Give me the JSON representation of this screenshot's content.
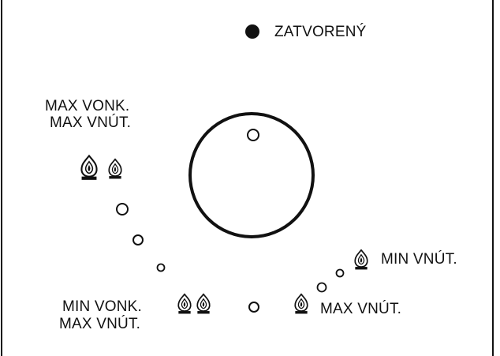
{
  "labels": {
    "closed": "ZATVORENÝ",
    "max_outer": "MAX VONK.",
    "max_inner_top": "MAX VNÚT.",
    "min_inner": "MIN VNÚT.",
    "min_outer": "MIN VONK.",
    "max_inner_bottom_left": "MAX VNÚT.",
    "max_inner_bottom_right": "MAX VNÚT."
  },
  "colors": {
    "ink": "#111111",
    "background": "#ffffff"
  },
  "icons": {
    "closed_marker": "filled-dot-icon",
    "flame": "gas-flame-icon",
    "position_marker": "hollow-dot-icon"
  }
}
